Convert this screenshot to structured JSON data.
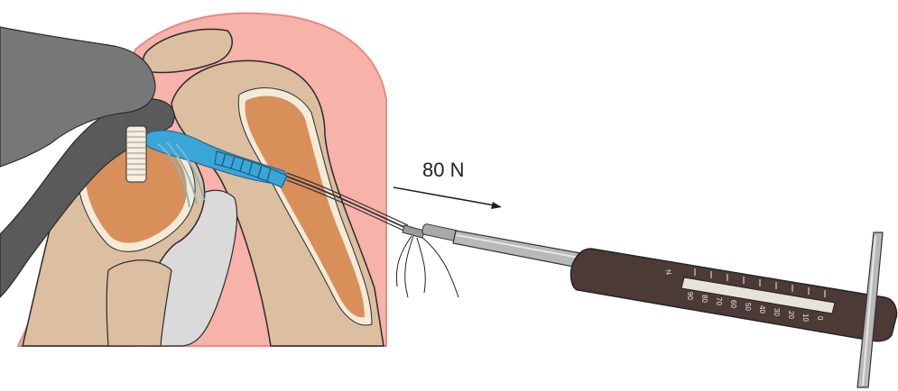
{
  "annotation": {
    "force_label": "80 N"
  },
  "gauge": {
    "unit_label": "N",
    "scale_labels": [
      "90",
      "80",
      "70",
      "60",
      "50",
      "40",
      "30",
      "20",
      "10",
      "0"
    ]
  },
  "colors": {
    "skin": "#f7b2aa",
    "skin_outline": "#e58a85",
    "bone": "#dcbfa0",
    "marrow": "#d98f5a",
    "cartilage": "#f3ead8",
    "wrist": "#777777",
    "wrist_dark": "#5a5a5a",
    "tendon_blue": "#3aa6d8",
    "handle": "#4b3a36",
    "metal": "#b9b9b9"
  },
  "icons": [
    "shoulder-illustration",
    "force-arrow",
    "force-gauge-instrument",
    "t-handle-icon"
  ]
}
